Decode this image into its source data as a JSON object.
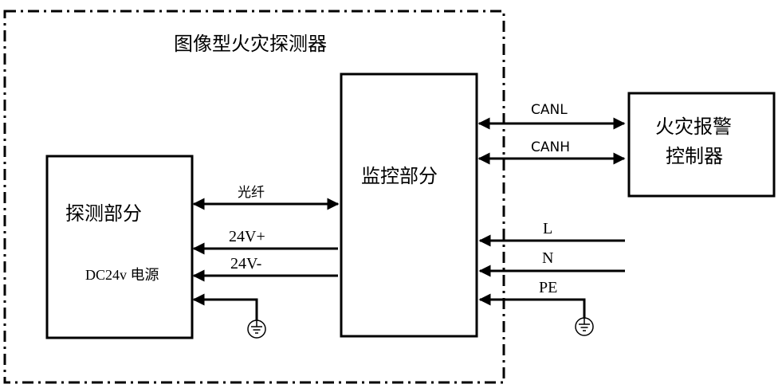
{
  "detector": {
    "title": "图像型火灾探测器",
    "detection_part": {
      "label": "探测部分",
      "power_label": "DC24v 电源"
    },
    "monitoring_part": {
      "label": "监控部分"
    }
  },
  "controller": {
    "label_line1": "火灾报警",
    "label_line2": "控制器"
  },
  "connections": {
    "fiber": "光纤",
    "v_plus": "24V+",
    "v_minus": "24V-",
    "canl": "CANL",
    "canh": "CANH",
    "l": "L",
    "n": "N",
    "pe": "PE"
  },
  "icons": {
    "ground_left": "ground-icon",
    "ground_right": "ground-icon"
  }
}
